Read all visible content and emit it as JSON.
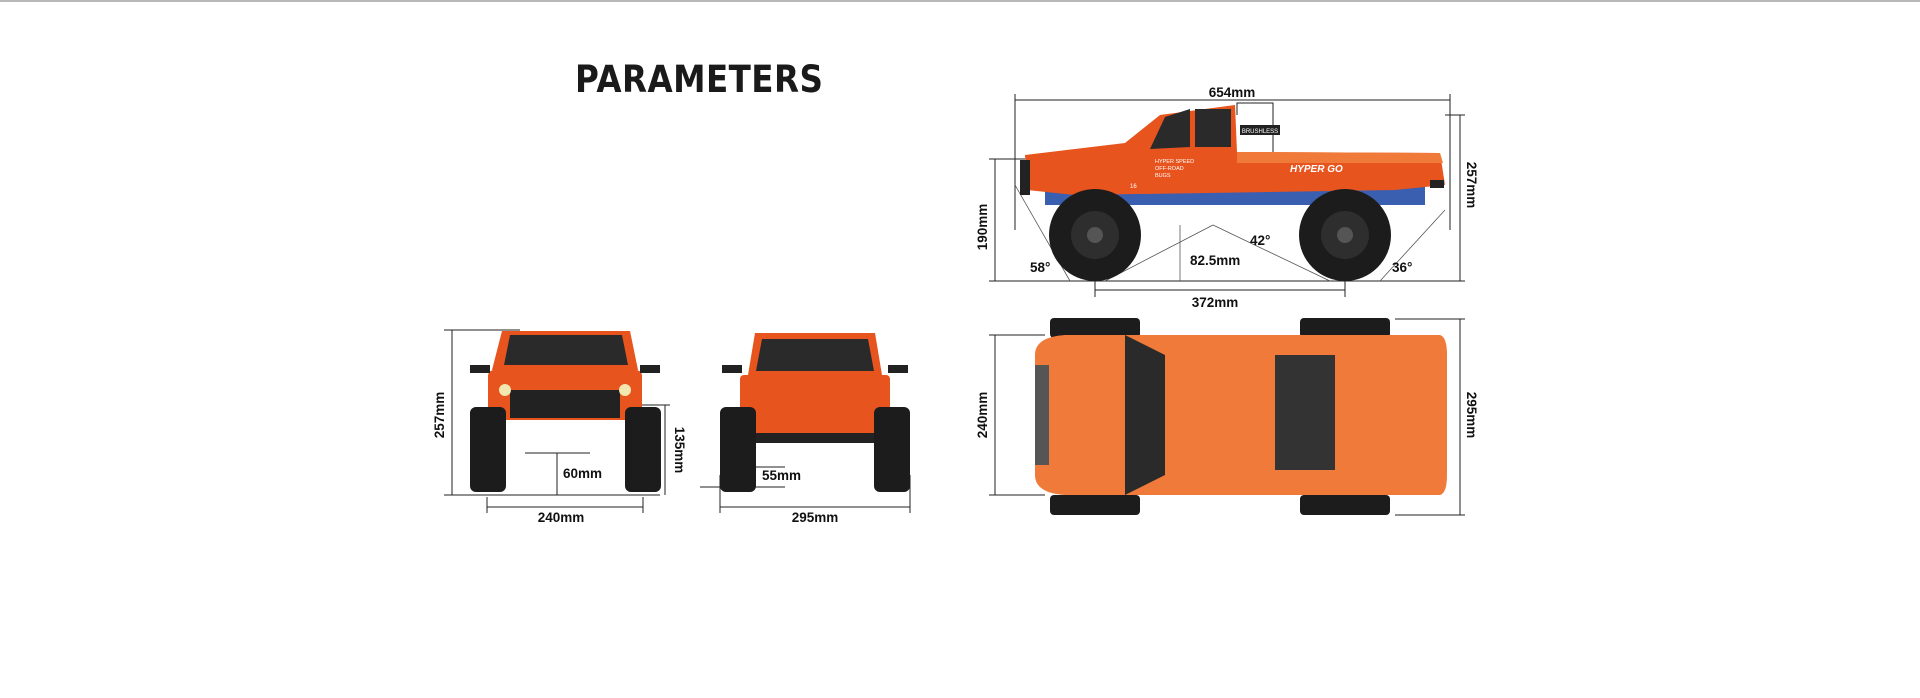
{
  "page": {
    "title": "PARAMETERS"
  },
  "side_view": {
    "length": "654mm",
    "height": "257mm",
    "ground_clearance_height": "190mm",
    "approach_angle": "58°",
    "departure_angle": "36°",
    "breakover_angle": "42°",
    "belly_clearance": "82.5mm",
    "wheelbase": "372mm",
    "decals": {
      "badge": "BRUSHLESS",
      "model": "HYPER GO",
      "line1": "HYPER SPEED",
      "line2": "OFF-ROAD",
      "line3": "BUGS",
      "number": "16"
    }
  },
  "front_view": {
    "height": "257mm",
    "track_width": "240mm",
    "clearance": "60mm",
    "side_height": "135mm"
  },
  "rear_view": {
    "width": "295mm",
    "clearance": "55mm"
  },
  "top_view": {
    "length_side": "240mm",
    "width": "295mm"
  },
  "colors": {
    "body": "#e8541e",
    "body_light": "#f07a3a",
    "tire": "#1c1c1c",
    "rim": "#2e2e2e",
    "frame": "#444444",
    "accent": "#3a5fb0"
  }
}
